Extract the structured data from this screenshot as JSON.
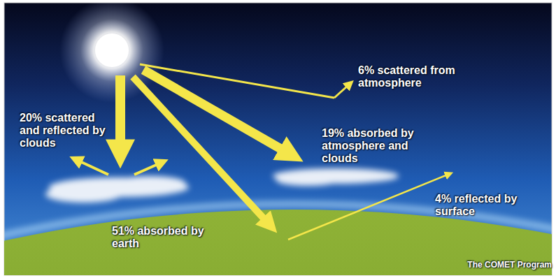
{
  "diagram": {
    "labels": [
      "6% scattered from atmosphere",
      "20% scattered and reflected by clouds",
      "19% absorbed by atmosphere and clouds",
      "4% reflected by surface",
      "51% absorbed by earth",
      "The COMET Program"
    ]
  }
}
